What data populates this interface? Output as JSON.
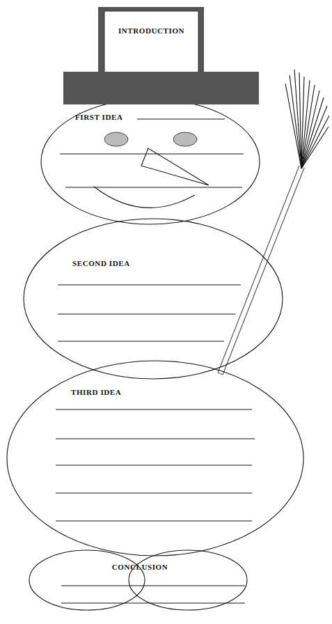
{
  "diagram": {
    "nodes": [
      {
        "text": [
          "INTRODUCTION"
        ]
      },
      {
        "text": [
          "FIRST IDEA"
        ]
      },
      {
        "text": [
          "SECOND IDEA"
        ]
      },
      {
        "text": [
          "THIRD IDEA"
        ]
      },
      {
        "text": [
          "CONCLUSION"
        ]
      }
    ]
  }
}
